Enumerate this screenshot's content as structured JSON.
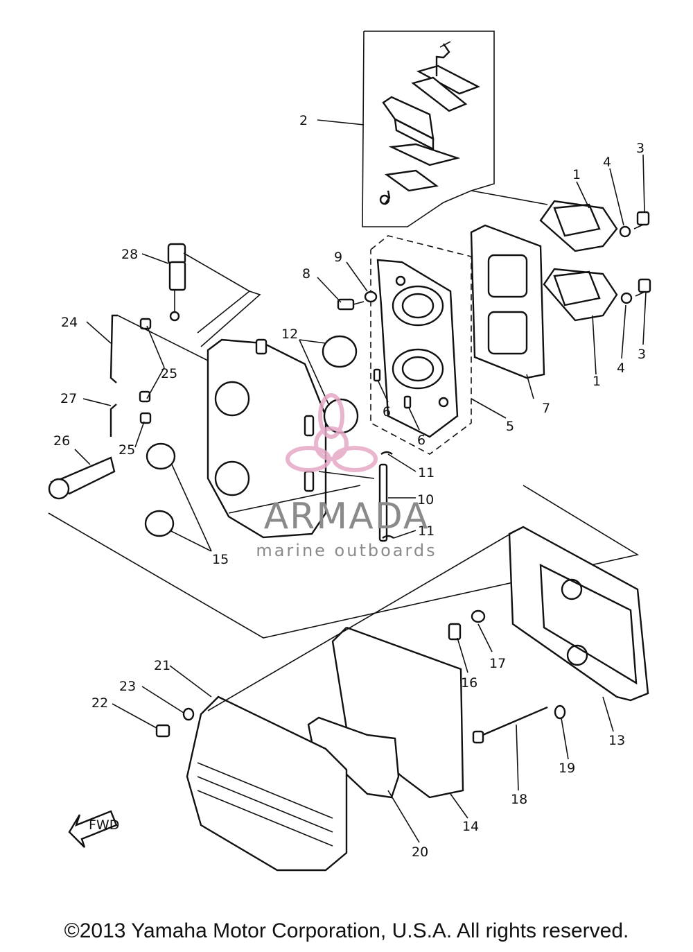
{
  "diagram": {
    "part_numbers": [
      "1",
      "2",
      "3",
      "4",
      "5",
      "6",
      "7",
      "8",
      "9",
      "10",
      "11",
      "12",
      "13",
      "14",
      "15",
      "16",
      "17",
      "18",
      "19",
      "20",
      "21",
      "22",
      "23",
      "24",
      "25",
      "26",
      "27",
      "28"
    ],
    "labels": [
      {
        "id": "l2",
        "text": "2"
      },
      {
        "id": "l3a",
        "text": "3"
      },
      {
        "id": "l4a",
        "text": "4"
      },
      {
        "id": "l1a",
        "text": "1"
      },
      {
        "id": "l28",
        "text": "28"
      },
      {
        "id": "l9",
        "text": "9"
      },
      {
        "id": "l8",
        "text": "8"
      },
      {
        "id": "l3b",
        "text": "3"
      },
      {
        "id": "l4b",
        "text": "4"
      },
      {
        "id": "l1b",
        "text": "1"
      },
      {
        "id": "l24",
        "text": "24"
      },
      {
        "id": "l12",
        "text": "12"
      },
      {
        "id": "l25a",
        "text": "25"
      },
      {
        "id": "l6a",
        "text": "6"
      },
      {
        "id": "l7",
        "text": "7"
      },
      {
        "id": "l27",
        "text": "27"
      },
      {
        "id": "l5",
        "text": "5"
      },
      {
        "id": "l6b",
        "text": "6"
      },
      {
        "id": "l26",
        "text": "26"
      },
      {
        "id": "l25b",
        "text": "25"
      },
      {
        "id": "l11a",
        "text": "11"
      },
      {
        "id": "l10",
        "text": "10"
      },
      {
        "id": "l11b",
        "text": "11"
      },
      {
        "id": "l15",
        "text": "15"
      },
      {
        "id": "l17",
        "text": "17"
      },
      {
        "id": "l16",
        "text": "16"
      },
      {
        "id": "l21",
        "text": "21"
      },
      {
        "id": "l23",
        "text": "23"
      },
      {
        "id": "l22",
        "text": "22"
      },
      {
        "id": "l13",
        "text": "13"
      },
      {
        "id": "l19",
        "text": "19"
      },
      {
        "id": "l18",
        "text": "18"
      },
      {
        "id": "l14",
        "text": "14"
      },
      {
        "id": "l20",
        "text": "20"
      }
    ],
    "direction_marker": "FWD"
  },
  "watermark": {
    "title": "ARMADA",
    "subtitle": "marine outboards",
    "colors": {
      "logo": "#e6a9c6",
      "text": "#8a8a8a"
    }
  },
  "copyright": "©2013 Yamaha Motor Corporation, U.S.A. All rights reserved."
}
